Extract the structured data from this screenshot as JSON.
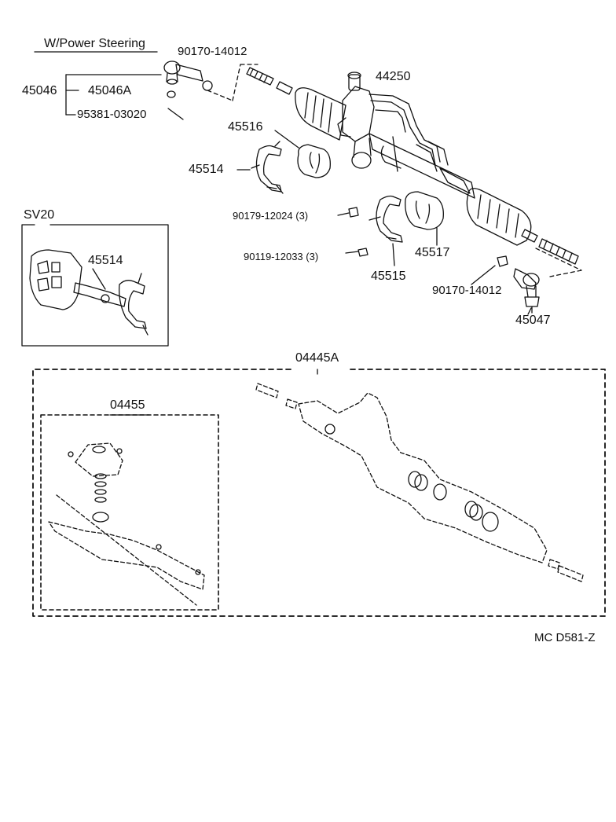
{
  "header": {
    "title": "W/Power Steering"
  },
  "labels": {
    "tie_rod_nut_left": "90170-14012",
    "tie_rod_end_left": "45046",
    "tie_rod_end_sub": "45046A",
    "cotter_pin": "95381-03020",
    "gear_assembly": "44250",
    "bushing_left": "45516",
    "bracket_left": "45514",
    "bolt_a": "90179-12024 (3)",
    "bolt_b": "90119-12033 (3)",
    "bushing_right": "45517",
    "bracket_right": "45515",
    "tie_rod_nut_right": "90170-14012",
    "tie_rod_end_right": "45047",
    "gasket_kit": "04445A",
    "seal_kit": "04455",
    "diagram_code": "MC D581-Z"
  },
  "inset": {
    "title": "SV20",
    "bracket_label": "45514"
  }
}
